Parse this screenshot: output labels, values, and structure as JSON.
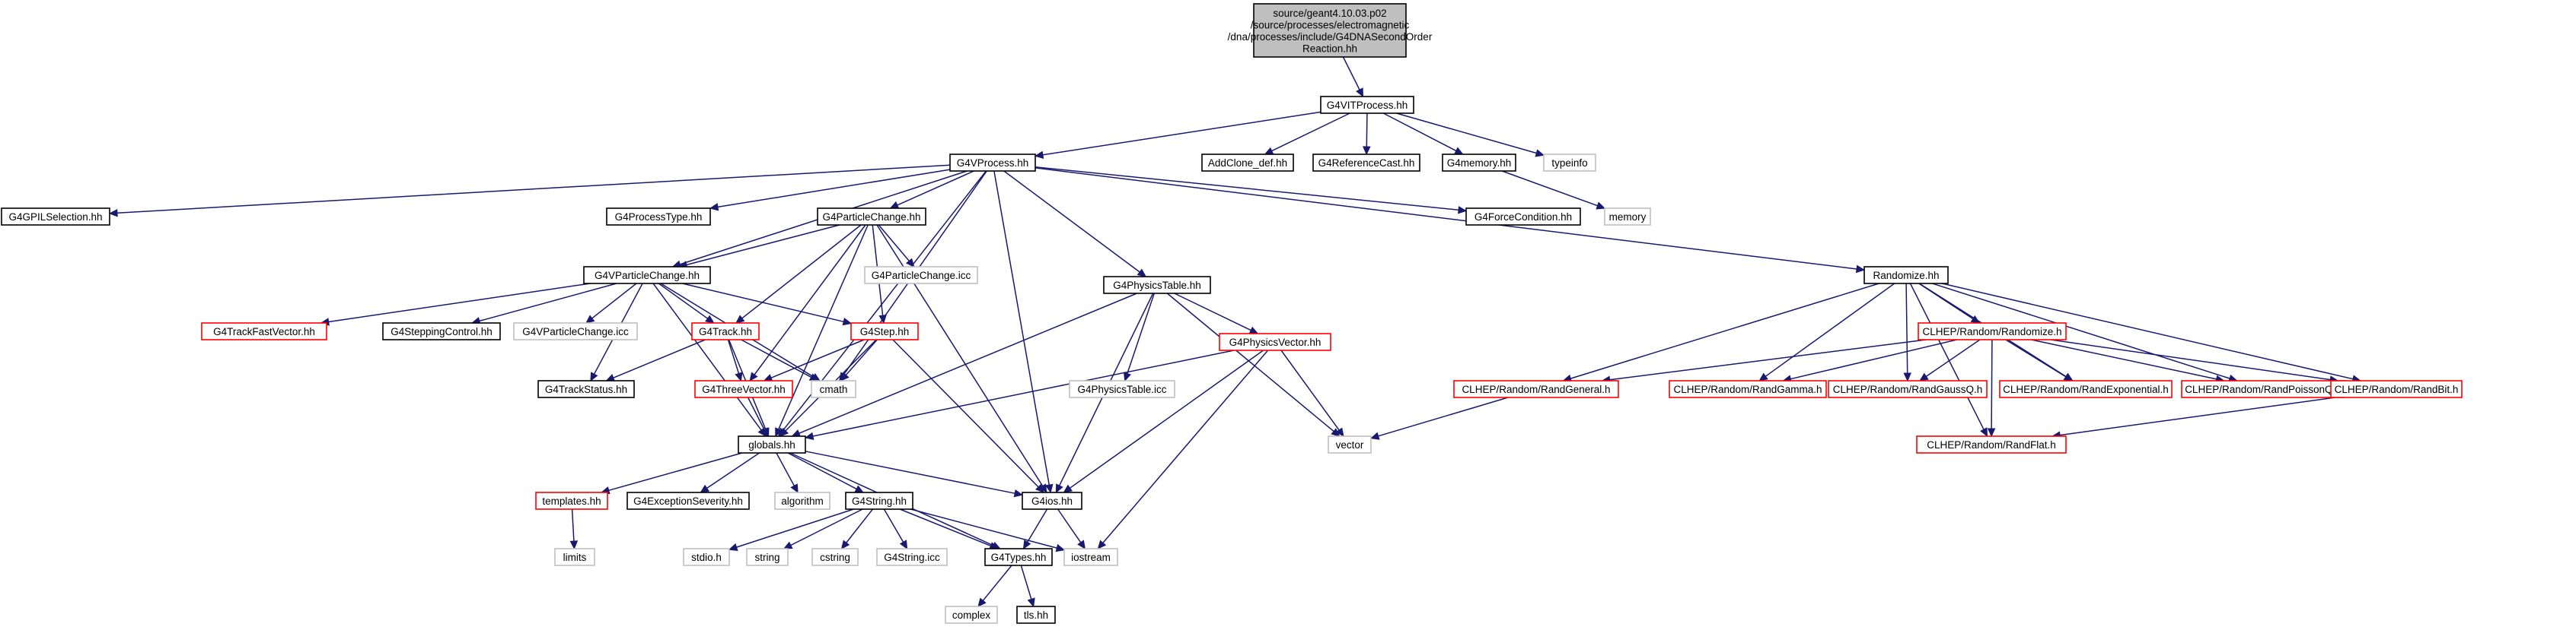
{
  "graph": {
    "nodes": [
      {
        "id": "root",
        "label": "source/geant4.10.03.p02\n/source/processes/electromagnetic\n/dna/processes/include/G4DNASecondOrder\nReaction.hh",
        "style": "root"
      },
      {
        "id": "vitprocess",
        "label": "G4VITProcess.hh",
        "style": "black"
      },
      {
        "id": "vprocess",
        "label": "G4VProcess.hh",
        "style": "black"
      },
      {
        "id": "addclone",
        "label": "AddClone_def.hh",
        "style": "black"
      },
      {
        "id": "refcast",
        "label": "G4ReferenceCast.hh",
        "style": "black"
      },
      {
        "id": "g4memory",
        "label": "G4memory.hh",
        "style": "black"
      },
      {
        "id": "typeinfo",
        "label": "typeinfo",
        "style": "gray"
      },
      {
        "id": "gpilsel",
        "label": "G4GPILSelection.hh",
        "style": "black"
      },
      {
        "id": "proctype",
        "label": "G4ProcessType.hh",
        "style": "black"
      },
      {
        "id": "pchange",
        "label": "G4ParticleChange.hh",
        "style": "black"
      },
      {
        "id": "forcecond",
        "label": "G4ForceCondition.hh",
        "style": "black"
      },
      {
        "id": "memory",
        "label": "memory",
        "style": "gray"
      },
      {
        "id": "randomize",
        "label": "Randomize.hh",
        "style": "black"
      },
      {
        "id": "vpchange",
        "label": "G4VParticleChange.hh",
        "style": "black"
      },
      {
        "id": "pchangeicc",
        "label": "G4ParticleChange.icc",
        "style": "gray"
      },
      {
        "id": "trackfast",
        "label": "G4TrackFastVector.hh",
        "style": "red"
      },
      {
        "id": "stepctl",
        "label": "G4SteppingControl.hh",
        "style": "black"
      },
      {
        "id": "vpchangeicc",
        "label": "G4VParticleChange.icc",
        "style": "gray"
      },
      {
        "id": "track",
        "label": "G4Track.hh",
        "style": "red"
      },
      {
        "id": "step",
        "label": "G4Step.hh",
        "style": "red"
      },
      {
        "id": "phystable",
        "label": "G4PhysicsTable.hh",
        "style": "black"
      },
      {
        "id": "physvector",
        "label": "G4PhysicsVector.hh",
        "style": "red"
      },
      {
        "id": "phystableicc",
        "label": "G4PhysicsTable.icc",
        "style": "gray"
      },
      {
        "id": "trackstatus",
        "label": "G4TrackStatus.hh",
        "style": "black"
      },
      {
        "id": "threevector",
        "label": "G4ThreeVector.hh",
        "style": "red"
      },
      {
        "id": "cmath",
        "label": "cmath",
        "style": "gray"
      },
      {
        "id": "vector",
        "label": "vector",
        "style": "gray"
      },
      {
        "id": "globals",
        "label": "globals.hh",
        "style": "black"
      },
      {
        "id": "templates",
        "label": "templates.hh",
        "style": "red"
      },
      {
        "id": "excsev",
        "label": "G4ExceptionSeverity.hh",
        "style": "black"
      },
      {
        "id": "algorithm",
        "label": "algorithm",
        "style": "gray"
      },
      {
        "id": "g4string",
        "label": "G4String.hh",
        "style": "black"
      },
      {
        "id": "g4ios",
        "label": "G4ios.hh",
        "style": "black"
      },
      {
        "id": "limits",
        "label": "limits",
        "style": "gray"
      },
      {
        "id": "stdio",
        "label": "stdio.h",
        "style": "gray"
      },
      {
        "id": "string",
        "label": "string",
        "style": "gray"
      },
      {
        "id": "cstring",
        "label": "cstring",
        "style": "gray"
      },
      {
        "id": "g4stringicc",
        "label": "G4String.icc",
        "style": "gray"
      },
      {
        "id": "g4types",
        "label": "G4Types.hh",
        "style": "black"
      },
      {
        "id": "iostream",
        "label": "iostream",
        "style": "gray"
      },
      {
        "id": "complex",
        "label": "complex",
        "style": "gray"
      },
      {
        "id": "tlshh",
        "label": "tls.hh",
        "style": "black"
      },
      {
        "id": "clheprandomize",
        "label": "CLHEP/Random/Randomize.h",
        "style": "red"
      },
      {
        "id": "randgeneral",
        "label": "CLHEP/Random/RandGeneral.h",
        "style": "red"
      },
      {
        "id": "randgamma",
        "label": "CLHEP/Random/RandGamma.h",
        "style": "red"
      },
      {
        "id": "randgaussq",
        "label": "CLHEP/Random/RandGaussQ.h",
        "style": "red"
      },
      {
        "id": "randexp",
        "label": "CLHEP/Random/RandExponential.h",
        "style": "red"
      },
      {
        "id": "randpoisson",
        "label": "CLHEP/Random/RandPoissonQ.h",
        "style": "red"
      },
      {
        "id": "randbit",
        "label": "CLHEP/Random/RandBit.h",
        "style": "red"
      },
      {
        "id": "randflat",
        "label": "CLHEP/Random/RandFlat.h",
        "style": "red"
      }
    ],
    "edges": [
      [
        "root",
        "vitprocess"
      ],
      [
        "vitprocess",
        "vprocess"
      ],
      [
        "vitprocess",
        "addclone"
      ],
      [
        "vitprocess",
        "refcast"
      ],
      [
        "vitprocess",
        "g4memory"
      ],
      [
        "vitprocess",
        "typeinfo"
      ],
      [
        "g4memory",
        "memory"
      ],
      [
        "vprocess",
        "gpilsel"
      ],
      [
        "vprocess",
        "proctype"
      ],
      [
        "vprocess",
        "pchange"
      ],
      [
        "vprocess",
        "forcecond"
      ],
      [
        "vprocess",
        "randomize"
      ],
      [
        "vprocess",
        "vpchange"
      ],
      [
        "vprocess",
        "phystable"
      ],
      [
        "vprocess",
        "globals"
      ],
      [
        "vprocess",
        "g4ios"
      ],
      [
        "vprocess",
        "cmath"
      ],
      [
        "pchange",
        "vpchange"
      ],
      [
        "pchange",
        "pchangeicc"
      ],
      [
        "pchange",
        "track"
      ],
      [
        "pchange",
        "step"
      ],
      [
        "pchange",
        "threevector"
      ],
      [
        "pchange",
        "g4ios"
      ],
      [
        "pchange",
        "globals"
      ],
      [
        "vpchange",
        "trackfast"
      ],
      [
        "vpchange",
        "stepctl"
      ],
      [
        "vpchange",
        "vpchangeicc"
      ],
      [
        "vpchange",
        "track"
      ],
      [
        "vpchange",
        "step"
      ],
      [
        "vpchange",
        "trackstatus"
      ],
      [
        "vpchange",
        "globals"
      ],
      [
        "vpchange",
        "cmath"
      ],
      [
        "track",
        "trackstatus"
      ],
      [
        "track",
        "threevector"
      ],
      [
        "track",
        "cmath"
      ],
      [
        "track",
        "globals"
      ],
      [
        "step",
        "threevector"
      ],
      [
        "step",
        "cmath"
      ],
      [
        "step",
        "globals"
      ],
      [
        "step",
        "g4ios"
      ],
      [
        "phystable",
        "phystableicc"
      ],
      [
        "phystable",
        "physvector"
      ],
      [
        "phystable",
        "vector"
      ],
      [
        "phystable",
        "globals"
      ],
      [
        "phystable",
        "g4ios"
      ],
      [
        "physvector",
        "vector"
      ],
      [
        "physvector",
        "globals"
      ],
      [
        "physvector",
        "g4ios"
      ],
      [
        "physvector",
        "iostream"
      ],
      [
        "threevector",
        "globals"
      ],
      [
        "globals",
        "templates"
      ],
      [
        "globals",
        "excsev"
      ],
      [
        "globals",
        "algorithm"
      ],
      [
        "globals",
        "g4string"
      ],
      [
        "globals",
        "g4ios"
      ],
      [
        "globals",
        "g4types"
      ],
      [
        "templates",
        "limits"
      ],
      [
        "g4string",
        "stdio"
      ],
      [
        "g4string",
        "string"
      ],
      [
        "g4string",
        "cstring"
      ],
      [
        "g4string",
        "g4stringicc"
      ],
      [
        "g4string",
        "g4types"
      ],
      [
        "g4string",
        "iostream"
      ],
      [
        "g4ios",
        "g4types"
      ],
      [
        "g4ios",
        "iostream"
      ],
      [
        "g4types",
        "complex"
      ],
      [
        "g4types",
        "tlshh"
      ],
      [
        "randomize",
        "clheprandomize"
      ],
      [
        "randomize",
        "randgeneral"
      ],
      [
        "randomize",
        "randgamma"
      ],
      [
        "randomize",
        "randgaussq"
      ],
      [
        "randomize",
        "randexp"
      ],
      [
        "randomize",
        "randpoisson"
      ],
      [
        "randomize",
        "randbit"
      ],
      [
        "randomize",
        "randflat"
      ],
      [
        "clheprandomize",
        "randgeneral"
      ],
      [
        "clheprandomize",
        "randgamma"
      ],
      [
        "clheprandomize",
        "randgaussq"
      ],
      [
        "clheprandomize",
        "randexp"
      ],
      [
        "clheprandomize",
        "randpoisson"
      ],
      [
        "clheprandomize",
        "randbit"
      ],
      [
        "clheprandomize",
        "randflat"
      ],
      [
        "randgeneral",
        "vector"
      ],
      [
        "randbit",
        "randflat"
      ]
    ]
  },
  "colors": {
    "edge": "#191970",
    "root_fill": "#bfbfbf",
    "black_border": "#000000",
    "red_border": "#ff0000",
    "gray_border": "#bfbfbf",
    "node_fill": "#ffffff"
  }
}
